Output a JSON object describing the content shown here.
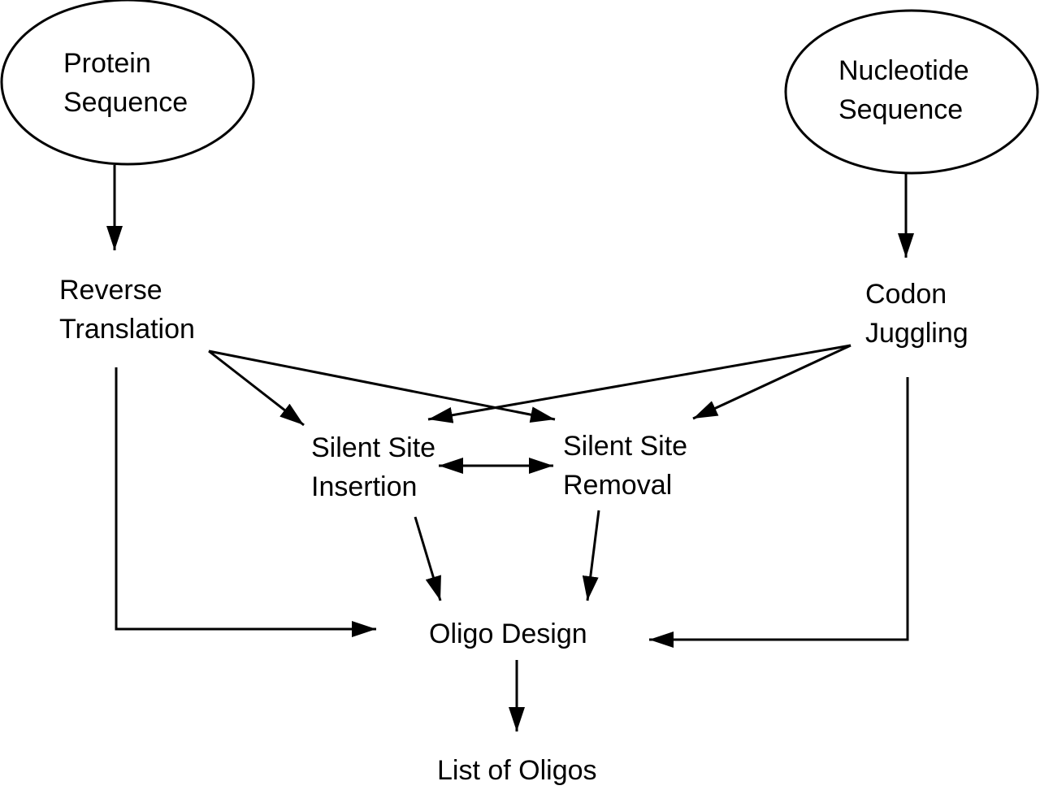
{
  "diagram": {
    "type": "flowchart",
    "colors": {
      "stroke": "#000000",
      "background": "#ffffff",
      "text": "#000000"
    },
    "nodes": [
      {
        "id": "protein",
        "shape": "ellipse",
        "lines": [
          "Protein",
          "Sequence"
        ]
      },
      {
        "id": "nucleotide",
        "shape": "ellipse",
        "lines": [
          "Nucleotide",
          "Sequence"
        ]
      },
      {
        "id": "reverse",
        "shape": "text",
        "lines": [
          "Reverse",
          "Translation"
        ]
      },
      {
        "id": "codon",
        "shape": "text",
        "lines": [
          "Codon",
          "Juggling"
        ]
      },
      {
        "id": "insertion",
        "shape": "text",
        "lines": [
          "Silent Site",
          "Insertion"
        ]
      },
      {
        "id": "removal",
        "shape": "text",
        "lines": [
          "Silent Site",
          "Removal"
        ]
      },
      {
        "id": "oligo",
        "shape": "text",
        "lines": [
          "Oligo Design"
        ]
      },
      {
        "id": "list",
        "shape": "text",
        "lines": [
          "List of Oligos"
        ]
      }
    ],
    "edges": [
      {
        "from": "protein",
        "to": "reverse"
      },
      {
        "from": "nucleotide",
        "to": "codon"
      },
      {
        "from": "reverse",
        "to": "insertion"
      },
      {
        "from": "reverse",
        "to": "removal"
      },
      {
        "from": "codon",
        "to": "insertion"
      },
      {
        "from": "codon",
        "to": "removal"
      },
      {
        "from": "insertion",
        "to": "removal",
        "bidirectional": true
      },
      {
        "from": "reverse",
        "to": "oligo",
        "routing": "elbow"
      },
      {
        "from": "codon",
        "to": "oligo",
        "routing": "elbow"
      },
      {
        "from": "insertion",
        "to": "oligo"
      },
      {
        "from": "removal",
        "to": "oligo"
      },
      {
        "from": "oligo",
        "to": "list"
      }
    ]
  }
}
